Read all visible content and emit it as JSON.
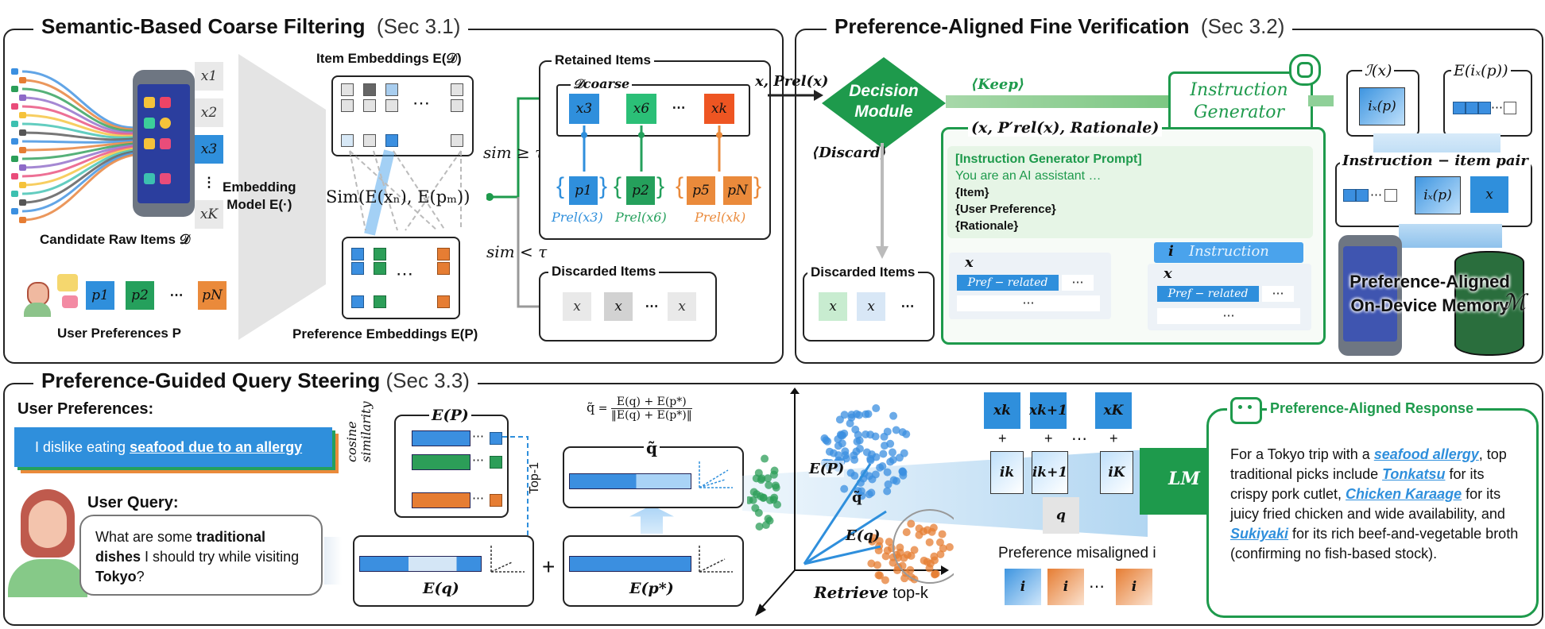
{
  "top_left": {
    "title": "Semantic-Based Coarse Filtering",
    "sec": "(Sec 3.1)",
    "item_embeddings": "Item Embeddings E(𝒟)",
    "candidate_raw_items": "Candidate Raw Items 𝒟",
    "embedding_model": "Embedding\nModel E(·)",
    "user_preferences": "User Preferences P",
    "preference_embeddings": "Preference Embeddings E(P)",
    "sim_formula": "Sim(E(xₙ), E(pₘ))",
    "sim_ge": "sim ≥ τ",
    "sim_lt": "sim < τ",
    "retained_items": "Retained Items",
    "d_coarse": "𝒟coarse",
    "discarded_items": "Discarded Items",
    "x_labels": [
      "x1",
      "x2",
      "x3",
      "⋮",
      "xK"
    ],
    "p_labels": [
      "p1",
      "p2",
      "⋯",
      "pN"
    ],
    "retained": [
      "x3",
      "x6",
      "⋯",
      "xk"
    ],
    "retained_p": [
      "p1",
      "p2",
      "p5",
      "pN"
    ],
    "prel_labels": [
      "Prel(x3)",
      "Prel(x6)",
      "Prel(xk)"
    ],
    "discarded": [
      "x",
      "x",
      "⋯",
      "x"
    ]
  },
  "top_right": {
    "title": "Preference-Aligned Fine Verification",
    "sec": "(Sec 3.2)",
    "input_label": "x, Prel(x)",
    "decision_module": "Decision\nModule",
    "keep": "⟨Keep⟩",
    "discard": "⟨Discard⟩",
    "instruction_generator": "Instruction\nGenerator",
    "rationale_label": "(x, P′rel(x), Rationale)",
    "discarded_items": "Discarded Items",
    "discarded_vals": [
      "x",
      "x",
      "⋯"
    ],
    "prompt_title": "[Instruction Generator Prompt]",
    "prompt_line1": "You are an AI assistant …",
    "prompt_item": "{Item}",
    "prompt_user_pref": "{User Preference}",
    "prompt_rationale": "{Rationale}",
    "instruction_tag": "Instruction",
    "i_tag": "i",
    "x_tag": "x",
    "pref_related": "Pref − related",
    "dots": "⋯",
    "ix_label": "ℐ(x)",
    "eix_label": "E(iₓ(p))",
    "ixp": "iₓ(p)",
    "pair_label": "Instruction − item pair",
    "memory_label": "Preference-Aligned\nOn-Device Memory",
    "memory_symbol": "ℳ"
  },
  "bottom": {
    "title": "Preference-Guided Query Steering",
    "sec": "(Sec 3.3)",
    "user_prefs_label": "User Preferences:",
    "pref_text_pre": "I dislike eating ",
    "pref_text_link": "seafood due to an allergy",
    "user_query_label": "User Query:",
    "query_pre": "What are some ",
    "query_b1": "traditional dishes",
    "query_mid": " I should try while visiting ",
    "query_b2": "Tokyo",
    "query_end": "?",
    "ep_label": "E(P)",
    "cosine": "cosine\nsimilarity",
    "top1": "Top-1",
    "eq_label": "E(q)",
    "qtilde_formula_num": "E(q) + E(p*)",
    "qtilde_formula_den": "‖E(q) + E(p*)‖",
    "qtilde": "q̃",
    "ep_star": "E(p*)",
    "scatter_ep": "E(P)",
    "scatter_qt": "q̃",
    "scatter_eq": "E(q)",
    "retrieve": "Retrieve",
    "topk": "top-k",
    "xs": [
      "xk",
      "xk+1",
      "xK"
    ],
    "is": [
      "ik",
      "ik+1",
      "iK"
    ],
    "plus": "+",
    "dots": "⋯",
    "q": "q",
    "lm": "LM",
    "misaligned": "Preference misaligned i",
    "mis_i": [
      "i",
      "i",
      "⋯",
      "i"
    ],
    "response_title": "Preference-Aligned Response",
    "resp": {
      "t1": "For a Tokyo trip with a ",
      "h1": "seafood allergy",
      "t2": ", top traditional picks include ",
      "h2": "Tonkatsu",
      "t3": " for its crispy pork cutlet, ",
      "h3": "Chicken Karaage",
      "t4": " for its juicy fried chicken and wide availability, and ",
      "h4": "Sukiyaki",
      "t5": " for its rich beef-and-vegetable broth (confirming no fish-based stock)."
    }
  },
  "colors": {
    "green": "#1e9a4c",
    "blue": "#2f8fdc",
    "orange": "#ea8a3b",
    "grey": "#e0e0e0"
  }
}
